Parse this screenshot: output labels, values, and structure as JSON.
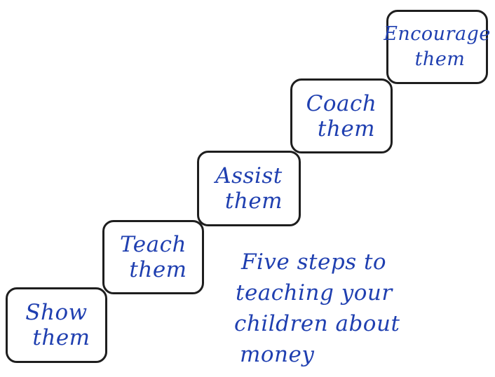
{
  "diagram": {
    "steps": [
      {
        "line1": "Show",
        "line2": "them"
      },
      {
        "line1": "Teach",
        "line2": "them"
      },
      {
        "line1": "Assist",
        "line2": "them"
      },
      {
        "line1": "Coach",
        "line2": "them"
      },
      {
        "line1": "Encourage",
        "line2": "them"
      }
    ],
    "caption": [
      "Five steps to",
      "teaching your",
      "children about",
      "money"
    ],
    "colors": {
      "ink": "#1f3fb0",
      "box_border": "#1e1e1e",
      "background": "#ffffff"
    }
  }
}
